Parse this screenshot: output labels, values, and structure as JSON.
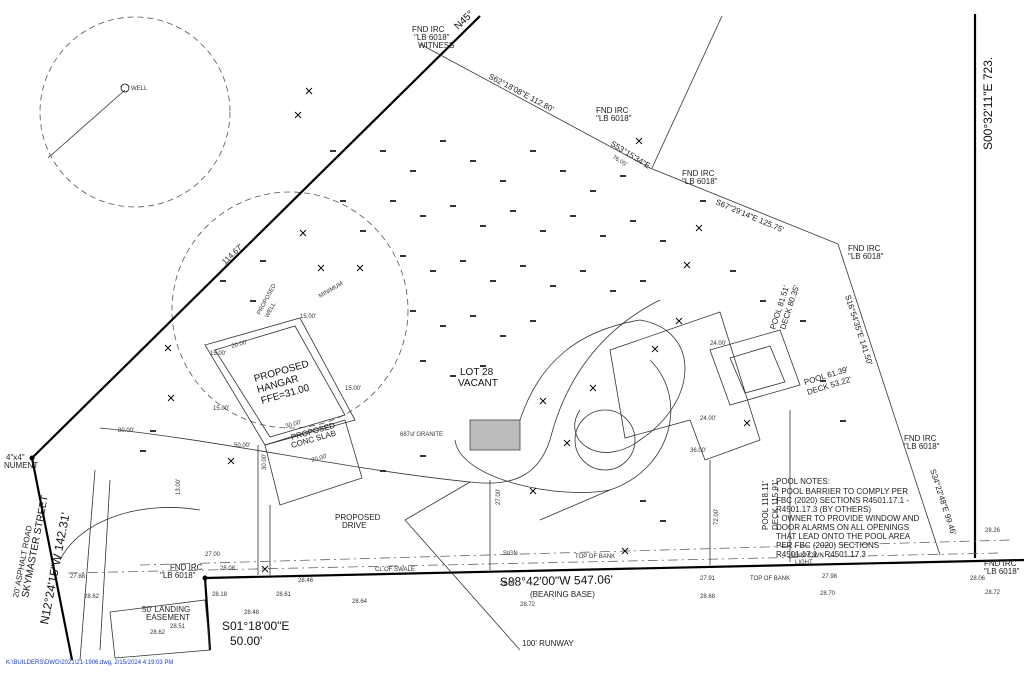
{
  "boundary": {
    "north_bearing_partial": "N45°",
    "north_east_bearing": "S62°18'08\"E 112.80'",
    "north_east_2": "S53°15'34\"E",
    "north_east_2_dist": "76.05'",
    "north_east_3": "S67°29'14\"E 125.75'",
    "east_bearing": "S16°54'35\"E 141.50'",
    "east_lower_bearing": "S34°22'48\"E 99.46'",
    "right_vertical": "S00°32'11\"E 723.",
    "south_bearing": "S88°42'00\"W 547.06'",
    "bearing_base": "(BEARING BASE)",
    "west_bearing": "N12°24'15\"W 142.31'",
    "small_bearing": "S01°18'00\"E",
    "small_dist": "50.00'"
  },
  "monuments": [
    {
      "line1": "FND IRC",
      "line2": "\"LB 6018\"",
      "line3": "WITNESS"
    },
    {
      "line1": "FND IRC",
      "line2": "\"LB 6018\""
    },
    {
      "line1": "FND IRC",
      "line2": "\"LB 6018\""
    },
    {
      "line1": "FND IRC",
      "line2": "\"LB 6018\""
    },
    {
      "line1": "FND IRC",
      "line2": "\"LB 6018\""
    },
    {
      "line1": "FND IRC",
      "line2": "\"LB 6018\""
    },
    {
      "line1": "FND IRC",
      "line2": "\"LB 6018\""
    },
    {
      "line1": "4\"x4\"",
      "line2": "NUMENT"
    }
  ],
  "street": {
    "name": "SKYMASTER STREET",
    "surface": "20' ASPHALT ROAD"
  },
  "lot": {
    "name": "LOT 28",
    "status": "VACANT"
  },
  "structures": {
    "hangar_line1": "PROPOSED",
    "hangar_line2": "HANGAR",
    "hangar_ffe": "FFE=31.00",
    "proposed_drive_1": "PROPOSED",
    "proposed_drive_2": "DRIVE",
    "proposed_conc": "PROPOSED",
    "proposed_conc_2": "CONC SLAB",
    "proposed_well": "PROPOSED",
    "proposed_well_2": "WELL",
    "minimum": "MINIMUM",
    "pool_b": "POOL 81.51'",
    "pool_b2": "DECK 80.35'",
    "pool_a": "POOL 61.39'",
    "pool_a2": "DECK 53.22'",
    "pool_c": "POOL 118.11'",
    "pool_c2": "DECK 115.91'",
    "granite": "687sf GRANITE",
    "well": "WELL",
    "sign": "SIGN"
  },
  "dims": {
    "d_114_67": "114.67'",
    "d_15_00a": "15.00'",
    "d_15_00b": "15.00'",
    "d_15_00c": "15.00'",
    "d_15_00d": "15.00'",
    "d_20_00a": "20.00'",
    "d_20_00b": "20.00'",
    "d_30_00a": "30.00'",
    "d_30_00b": "30.00'",
    "d_50_00": "50.00'",
    "d_36_00": "36.00'",
    "d_24_00": "24.00'",
    "d_27_00": "27.00'",
    "d_72_00": "72.00'",
    "d_80_00": "80.00'",
    "d_24_00b": "24.00'",
    "d_13_00": "13.00'"
  },
  "pool_notes": {
    "title": "POOL NOTES:",
    "lines": [
      "* POOL BARRIER TO COMPLY PER",
      "FBC (2020) SECTIONS R4501.17.1 -",
      "R4501.17.3 (BY OTHERS)",
      "* OWNER TO PROVIDE WINDOW AND",
      "DOOR ALARMS ON ALL OPENINGS",
      "THAT LEAD ONTO THE POOL AREA",
      "PER FBC (2020) SECTIONS",
      "R4501.17.1 - R4501.17.3"
    ]
  },
  "labels": {
    "top_of_bank": "TOP OF BANK",
    "top_of_bank_2": "TOP OF BANK",
    "cl_of_swale": "CL OF SWALE",
    "runway": "100' RUNWAY",
    "landing_easement_1": "50' LANDING",
    "landing_easement_2": "EASEMENT",
    "unknown_light_1": "UNKNOWN",
    "unknown_light_2": "LIGHT"
  },
  "elevations": {
    "e1": "28.06",
    "e2": "28.62",
    "e3": "28.46",
    "e4": "28.07",
    "e5": "27.91",
    "e6": "27.98",
    "e7": "28.18",
    "e8": "28.48",
    "e9": "28.61",
    "e10": "28.51",
    "e11": "28.62",
    "e12": "27.88",
    "e13": "28.64",
    "e14": "28.72",
    "e15": "28.68",
    "e16": "28.70",
    "e17": "28.72",
    "e18": "28.08",
    "e19": "27.00",
    "e20": "28.26"
  },
  "footer": "K:\\BUILDERS\\DWG\\2021\\21-1906.dwg, 2/15/2024 4:19:03 PM"
}
